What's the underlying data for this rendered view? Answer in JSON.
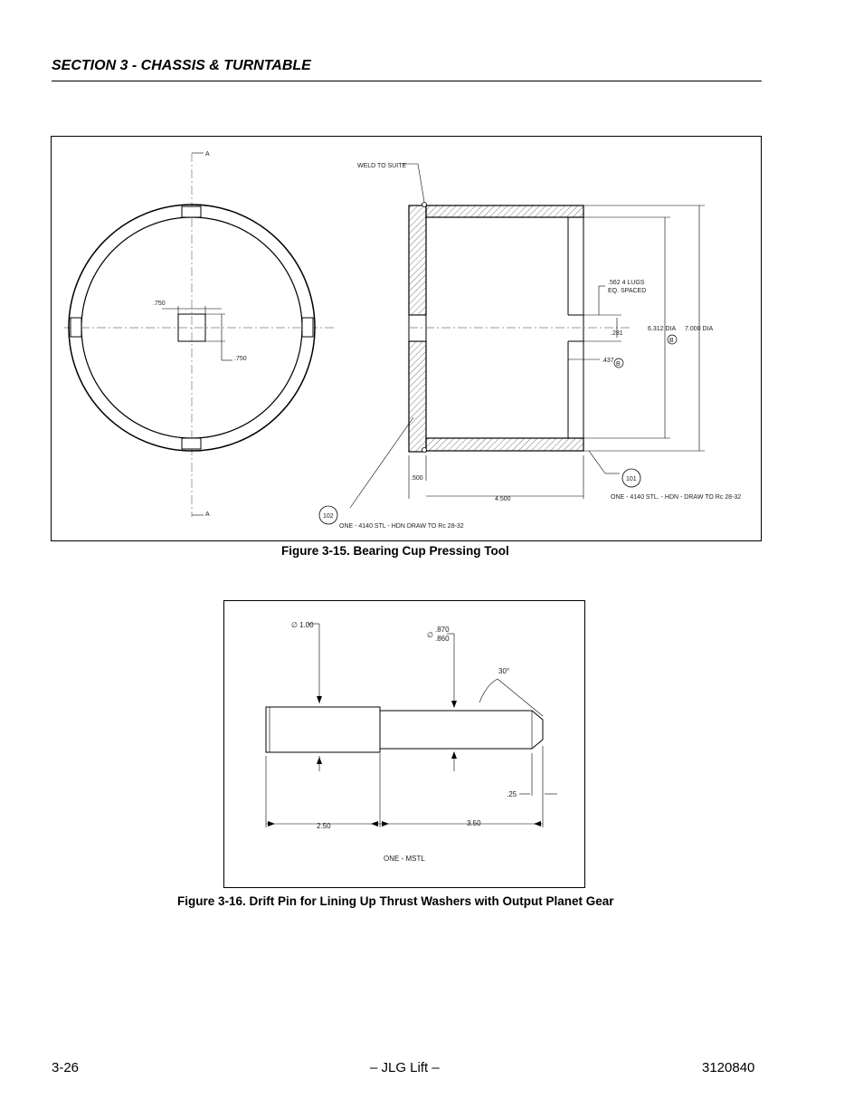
{
  "header": {
    "section_title": "SECTION 3 - CHASSIS & TURNTABLE"
  },
  "figure1": {
    "caption": "Figure 3-15.  Bearing Cup Pressing Tool",
    "labels": {
      "section_mark_top": "A",
      "section_mark_bottom": "A",
      "square_dim_h": ".750",
      "square_dim_v": ".750",
      "weld_note": "WELD TO SUITE",
      "lugs_note_1": ".562  4 LUGS",
      "lugs_note_2": "EQ. SPACED",
      "dim_281": ".281",
      "dim_437": ".437",
      "dia_inner": "6.312 DIA",
      "dia_outer": "7.000 DIA",
      "circle_marker_1": "B",
      "circle_marker_2": "B",
      "dim_500": ".500",
      "dim_4500": "4.500",
      "balloon_101": "101",
      "balloon_102": "102",
      "note_101": "ONE - 4140 STL. - HDN - DRAW TO Rc 28-32",
      "note_102": "ONE - 4140 STL - HDN DRAW TO Rc 28-32"
    }
  },
  "figure2": {
    "caption": "Figure 3-16.  Drift Pin for Lining Up Thrust Washers with Output Planet Gear",
    "labels": {
      "dia_large": "1.00",
      "dia_small_1": ".870",
      "dia_small_2": ".860",
      "angle": "30°",
      "dim_025": ".25",
      "dim_250": "2.50",
      "dim_350": "3.50",
      "material_note": "ONE - MSTL"
    }
  },
  "footer": {
    "page_number": "3-26",
    "brand": "– JLG Lift –",
    "doc_number": "3120840"
  }
}
